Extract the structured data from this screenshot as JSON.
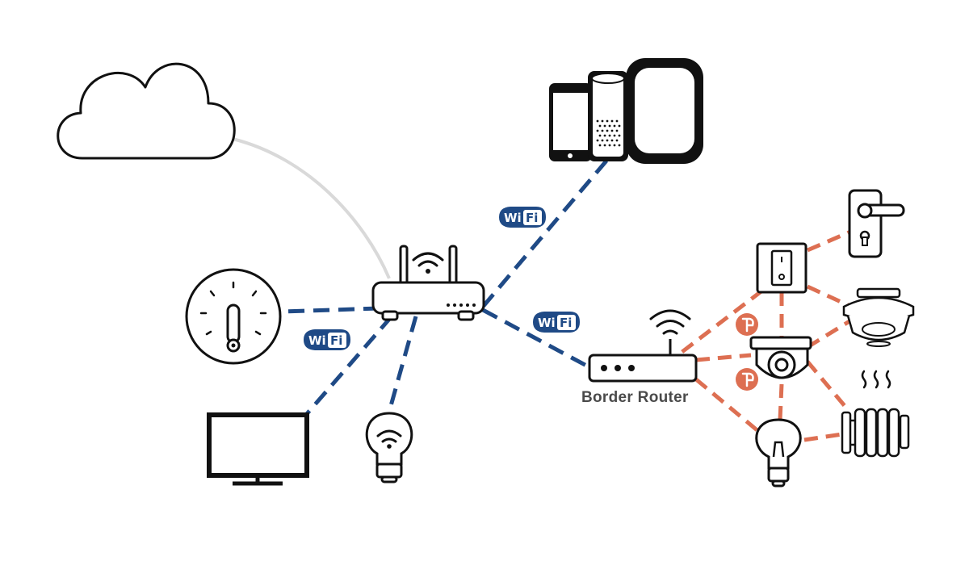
{
  "diagram": {
    "border_router_label": "Border Router",
    "wifi_badge_text": {
      "wi": "Wi",
      "fi": "Fi"
    },
    "colors": {
      "wifi_link": "#1f4a86",
      "thread_link": "#dd6f52",
      "cloud_link": "#d9d9d9",
      "device_stroke": "#111111",
      "badge_blue": "#1f4a86",
      "badge_orange": "#dd6f52",
      "label_gray": "#4a4a4a"
    },
    "nodes": [
      "cloud-icon",
      "wifi-router-icon",
      "thermostat-icon",
      "tv-icon",
      "smart-bulb-icon",
      "phone-icon",
      "smart-speaker-icon",
      "smartwatch-icon",
      "border-router-icon",
      "door-lock-icon",
      "light-switch-icon",
      "smoke-detector-icon",
      "security-camera-icon",
      "thread-bulb-icon",
      "radiator-icon",
      "thread-logo-icon"
    ]
  }
}
